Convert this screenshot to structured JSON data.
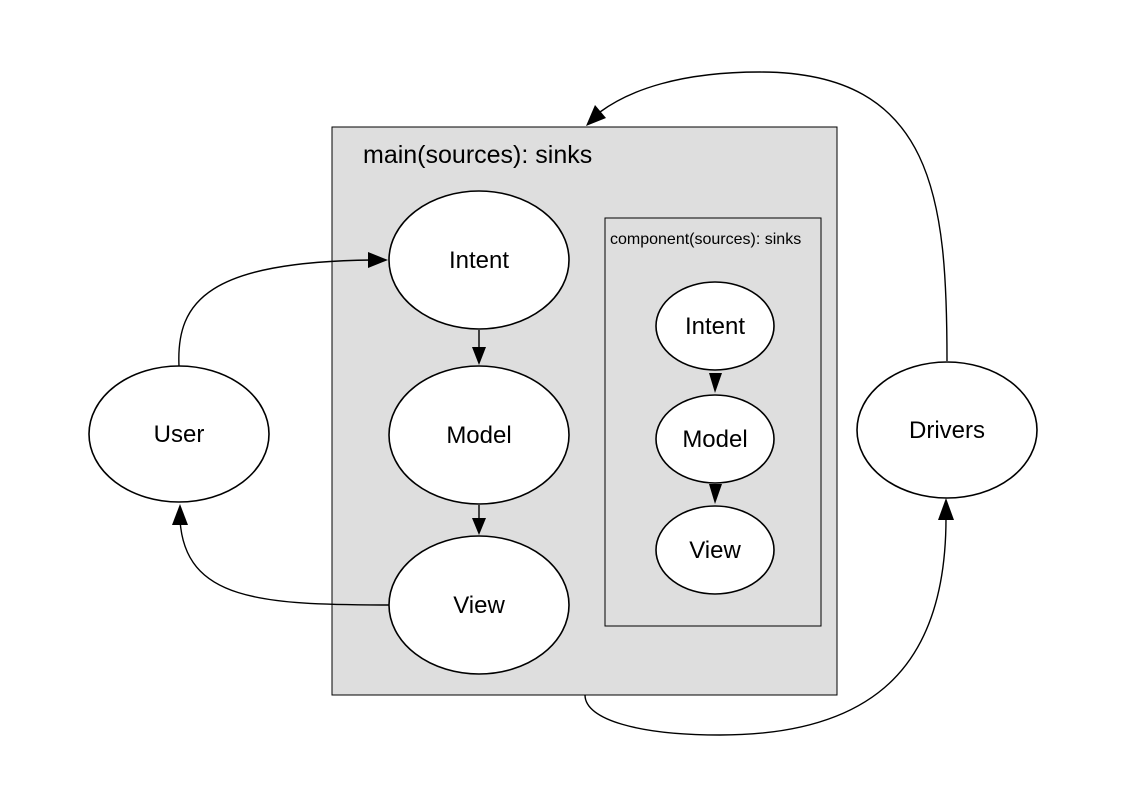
{
  "diagram": {
    "main_box": {
      "label": "main(sources): sinks",
      "nodes": {
        "intent": "Intent",
        "model": "Model",
        "view": "View"
      }
    },
    "component_box": {
      "label": "component(sources): sinks",
      "nodes": {
        "intent": "Intent",
        "model": "Model",
        "view": "View"
      }
    },
    "external_nodes": {
      "user": "User",
      "drivers": "Drivers"
    }
  }
}
